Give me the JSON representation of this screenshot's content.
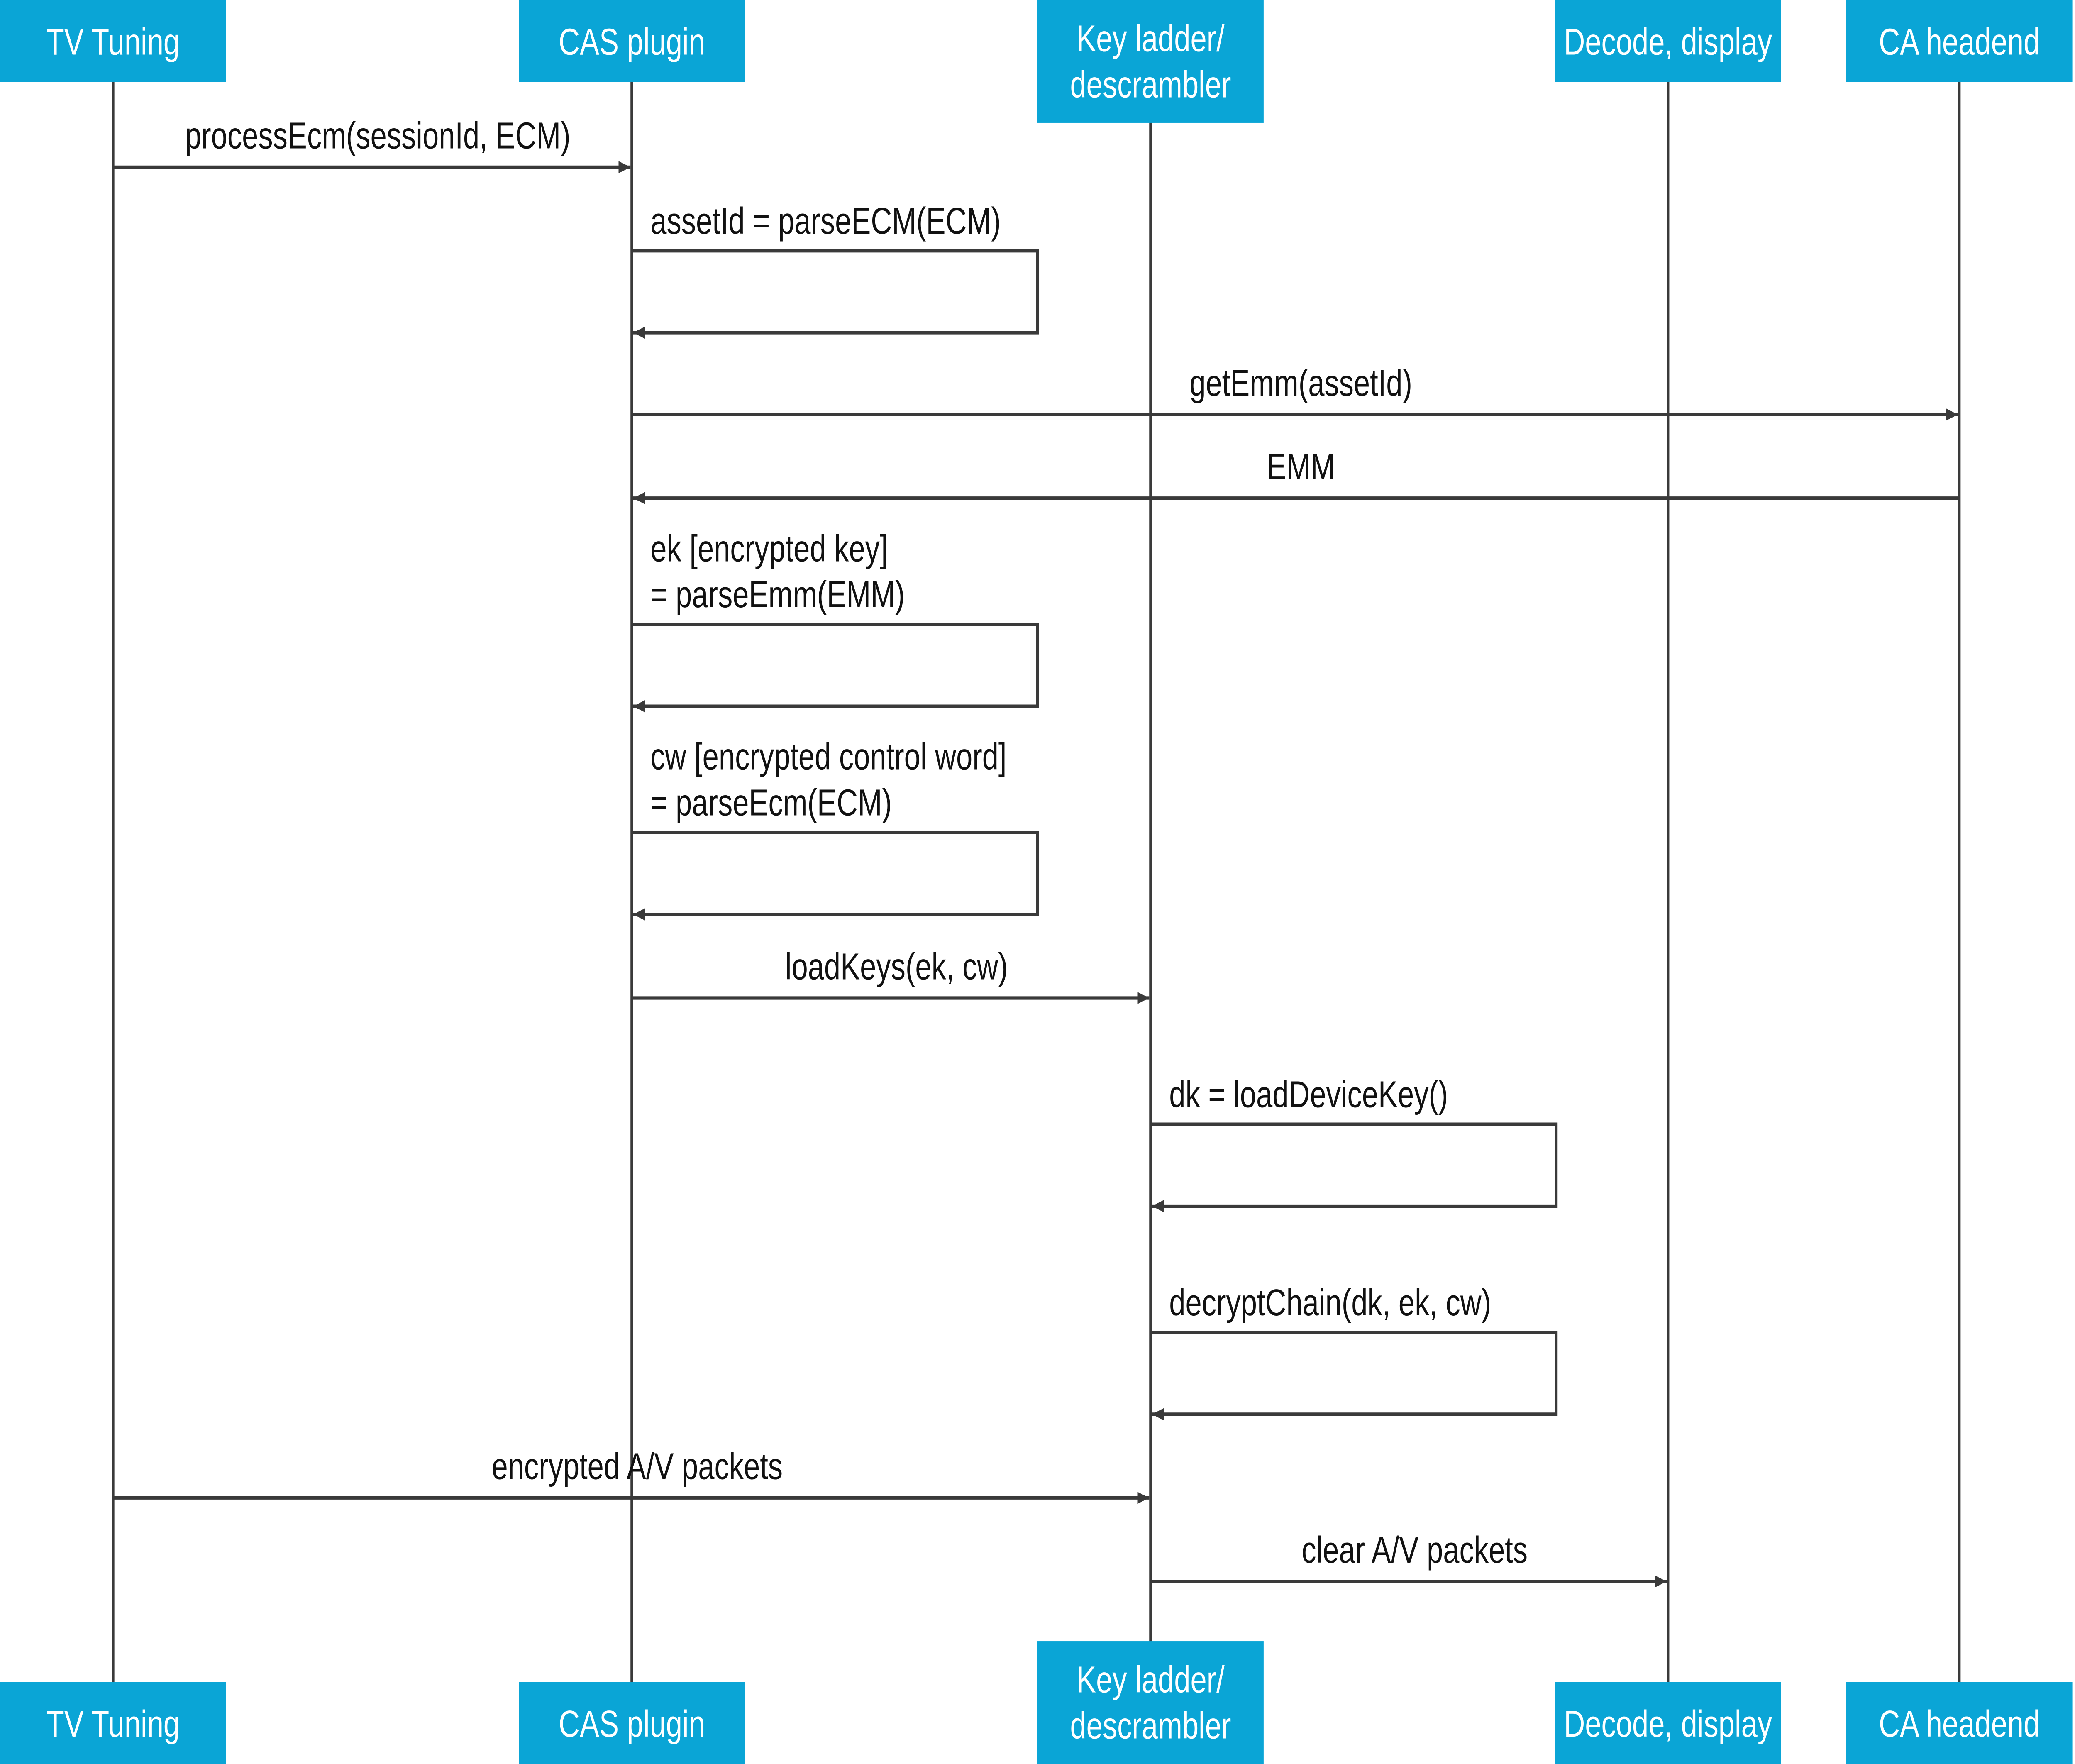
{
  "colors": {
    "participant_fill": "#0aa5d6",
    "participant_text": "#ffffff",
    "line": "#3a3a3a",
    "text": "#111111"
  },
  "participants": [
    {
      "name": "TV Tuning",
      "lines": [
        "TV Tuning"
      ]
    },
    {
      "name": "CAS plugin",
      "lines": [
        "CAS plugin"
      ]
    },
    {
      "name": "Key ladder/ descrambler",
      "lines": [
        "Key ladder/",
        "descrambler"
      ]
    },
    {
      "name": "Decode, display",
      "lines": [
        "Decode, display"
      ]
    },
    {
      "name": "CA headend",
      "lines": [
        "CA headend"
      ]
    }
  ],
  "messages": [
    {
      "from": 0,
      "to": 1,
      "lines": [
        "processEcm(sessionId, ECM)"
      ]
    },
    {
      "from": 1,
      "to": 1,
      "lines": [
        "assetId = parseECM(ECM)"
      ]
    },
    {
      "from": 1,
      "to": 4,
      "lines": [
        "getEmm(assetId)"
      ]
    },
    {
      "from": 4,
      "to": 1,
      "lines": [
        "EMM"
      ]
    },
    {
      "from": 1,
      "to": 1,
      "lines": [
        "ek [encrypted key]",
        "= parseEmm(EMM)"
      ]
    },
    {
      "from": 1,
      "to": 1,
      "lines": [
        "cw [encrypted control word]",
        "= parseEcm(ECM)"
      ]
    },
    {
      "from": 1,
      "to": 2,
      "lines": [
        "loadKeys(ek, cw)"
      ]
    },
    {
      "from": 2,
      "to": 2,
      "lines": [
        "dk = loadDeviceKey()"
      ]
    },
    {
      "from": 2,
      "to": 2,
      "lines": [
        "decryptChain(dk, ek, cw)"
      ]
    },
    {
      "from": 0,
      "to": 2,
      "lines": [
        "encrypted A/V packets"
      ]
    },
    {
      "from": 2,
      "to": 3,
      "lines": [
        "clear A/V packets"
      ]
    }
  ]
}
